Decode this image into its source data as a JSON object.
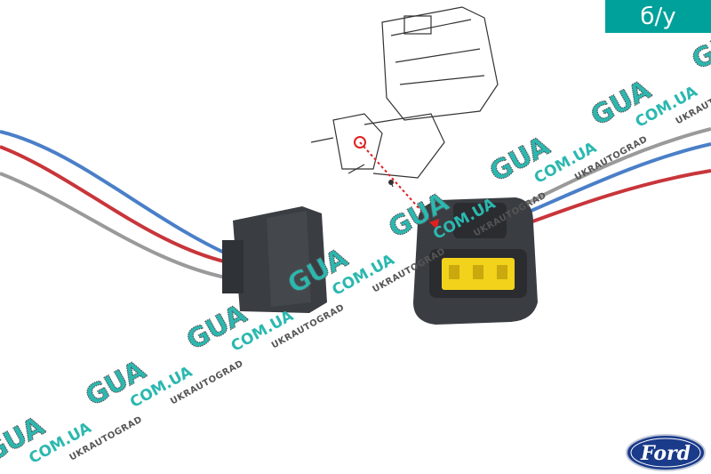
{
  "badge": {
    "label": "б/у",
    "color": "#00a19a"
  },
  "watermark": {
    "word1": "GUA",
    "word2": "COM.UA",
    "word3": "UKRAUTOGRAD",
    "repeat": 7,
    "color": "#2bb8b0"
  },
  "brand_logo": {
    "text": "Ford",
    "color": "#1a3a8a"
  },
  "product": {
    "connector_color": "#3a3d42",
    "insert_color": "#f2d21b",
    "wire_colors": [
      "#4a7fc8",
      "#c8353a",
      "#9a9a9a"
    ]
  }
}
